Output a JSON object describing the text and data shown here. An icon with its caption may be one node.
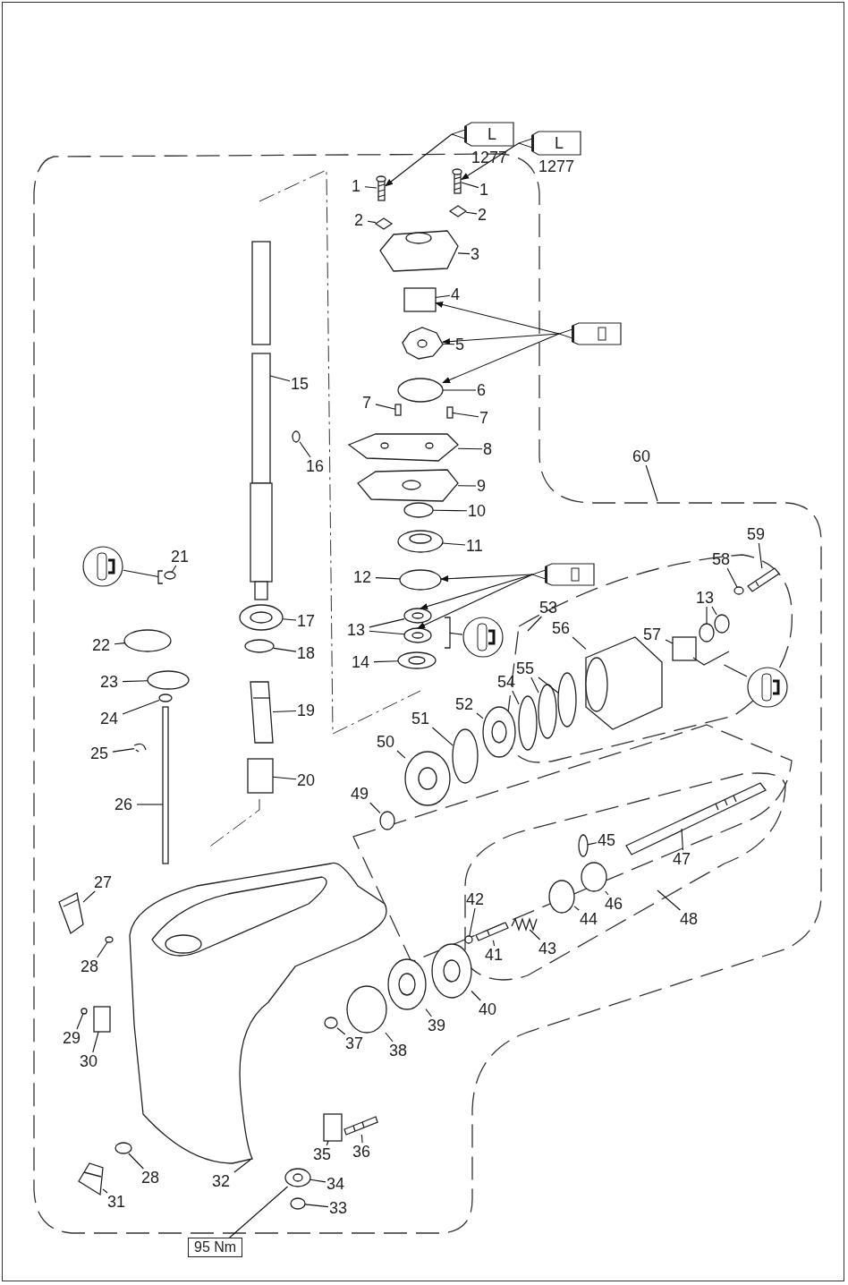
{
  "diagram": {
    "nodes": [
      {
        "text": [
          "1"
        ]
      },
      {
        "text": [
          "1"
        ]
      },
      {
        "text": [
          "2"
        ]
      },
      {
        "text": [
          "2"
        ]
      },
      {
        "text": [
          "3"
        ]
      },
      {
        "text": [
          "4"
        ]
      },
      {
        "text": [
          "5"
        ]
      },
      {
        "text": [
          "6"
        ]
      },
      {
        "text": [
          "7"
        ]
      },
      {
        "text": [
          "7"
        ]
      },
      {
        "text": [
          "8"
        ]
      },
      {
        "text": [
          "9"
        ]
      },
      {
        "text": [
          "10"
        ]
      },
      {
        "text": [
          "11"
        ]
      },
      {
        "text": [
          "12"
        ]
      },
      {
        "text": [
          "13"
        ]
      },
      {
        "text": [
          "14"
        ]
      },
      {
        "text": [
          "15"
        ]
      },
      {
        "text": [
          "16"
        ]
      },
      {
        "text": [
          "17"
        ]
      },
      {
        "text": [
          "18"
        ]
      },
      {
        "text": [
          "19"
        ]
      },
      {
        "text": [
          "20"
        ]
      },
      {
        "text": [
          "21"
        ]
      },
      {
        "text": [
          "22"
        ]
      },
      {
        "text": [
          "23"
        ]
      },
      {
        "text": [
          "24"
        ]
      },
      {
        "text": [
          "25"
        ]
      },
      {
        "text": [
          "26"
        ]
      },
      {
        "text": [
          "27"
        ]
      },
      {
        "text": [
          "28"
        ]
      },
      {
        "text": [
          "29"
        ]
      },
      {
        "text": [
          "30"
        ]
      },
      {
        "text": [
          "31"
        ]
      },
      {
        "text": [
          "32"
        ]
      },
      {
        "text": [
          "28"
        ]
      },
      {
        "text": [
          "33"
        ]
      },
      {
        "text": [
          "34"
        ]
      },
      {
        "text": [
          "35"
        ]
      },
      {
        "text": [
          "36"
        ]
      },
      {
        "text": [
          "37"
        ]
      },
      {
        "text": [
          "38"
        ]
      },
      {
        "text": [
          "39"
        ]
      },
      {
        "text": [
          "40"
        ]
      },
      {
        "text": [
          "41"
        ]
      },
      {
        "text": [
          "42"
        ]
      },
      {
        "text": [
          "43"
        ]
      },
      {
        "text": [
          "44"
        ]
      },
      {
        "text": [
          "45"
        ]
      },
      {
        "text": [
          "46"
        ]
      },
      {
        "text": [
          "47"
        ]
      },
      {
        "text": [
          "48"
        ]
      },
      {
        "text": [
          "49"
        ]
      },
      {
        "text": [
          "50"
        ]
      },
      {
        "text": [
          "51"
        ]
      },
      {
        "text": [
          "52"
        ]
      },
      {
        "text": [
          "53"
        ]
      },
      {
        "text": [
          "54"
        ]
      },
      {
        "text": [
          "55"
        ]
      },
      {
        "text": [
          "56"
        ]
      },
      {
        "text": [
          "57"
        ]
      },
      {
        "text": [
          "13"
        ]
      },
      {
        "text": [
          "58"
        ]
      },
      {
        "text": [
          "59"
        ]
      },
      {
        "text": [
          "60"
        ]
      },
      {
        "text": [
          "L"
        ],
        "beside": [
          "1277"
        ]
      },
      {
        "text": [
          "L"
        ],
        "beside": [
          "1277"
        ]
      },
      {
        "text": [],
        "shape": "picture"
      },
      {
        "text": [],
        "shape": "picture"
      },
      {
        "text": [],
        "shape": "picture"
      },
      {
        "text": [],
        "shape": "picture"
      },
      {
        "text": [],
        "shape": "picture"
      },
      {
        "text": [
          "95 Nm"
        ]
      },
      {
        "text": [],
        "shape": "picture"
      },
      {
        "text": [],
        "shape": "picture"
      },
      {
        "text": [],
        "shape": "diamond"
      },
      {
        "text": [],
        "shape": "diamond"
      },
      {
        "text": [],
        "shape": "picture"
      },
      {
        "text": [],
        "shape": "box"
      },
      {
        "text": [],
        "shape": "picture"
      },
      {
        "text": [],
        "shape": "circle"
      },
      {
        "text": [],
        "shape": "box"
      },
      {
        "text": [],
        "shape": "box"
      },
      {
        "text": [],
        "shape": "picture"
      },
      {
        "text": [],
        "shape": "picture"
      },
      {
        "text": [],
        "shape": "circle"
      },
      {
        "text": [],
        "shape": "picture"
      },
      {
        "text": [],
        "shape": "circle"
      },
      {
        "text": [],
        "shape": "picture"
      },
      {
        "text": [],
        "shape": "picture"
      },
      {
        "text": [],
        "shape": "picture"
      },
      {
        "text": [],
        "shape": "picture"
      },
      {
        "text": [],
        "shape": "circle"
      },
      {
        "text": [],
        "shape": "picture"
      },
      {
        "text": [],
        "shape": "circle"
      },
      {
        "text": [],
        "shape": "picture"
      },
      {
        "text": [],
        "shape": "box"
      },
      {
        "text": [],
        "shape": "circle"
      },
      {
        "text": [],
        "shape": "circle"
      },
      {
        "text": [],
        "shape": "circle"
      },
      {
        "text": [],
        "shape": "circle"
      },
      {
        "text": [],
        "shape": "picture"
      },
      {
        "text": [],
        "shape": "box"
      },
      {
        "text": [],
        "shape": "picture"
      },
      {
        "text": [],
        "shape": "circle"
      },
      {
        "text": [],
        "shape": "circle"
      },
      {
        "text": [],
        "shape": "box"
      },
      {
        "text": [],
        "shape": "picture"
      },
      {
        "text": [],
        "shape": "circle"
      },
      {
        "text": [],
        "shape": "picture"
      },
      {
        "text": [],
        "shape": "circle"
      },
      {
        "text": [],
        "shape": "picture"
      },
      {
        "text": [],
        "shape": "box"
      },
      {
        "text": [],
        "shape": "picture"
      },
      {
        "text": [],
        "shape": "circle"
      },
      {
        "text": [],
        "shape": "circle"
      },
      {
        "text": [],
        "shape": "picture"
      },
      {
        "text": [],
        "shape": "picture"
      },
      {
        "text": [],
        "shape": "picture"
      },
      {
        "text": [],
        "shape": "circle"
      },
      {
        "text": [],
        "shape": "picture"
      },
      {
        "text": [],
        "shape": "circle"
      },
      {
        "text": [],
        "shape": "circle"
      },
      {
        "text": [],
        "shape": "circle"
      },
      {
        "text": [],
        "shape": "picture"
      },
      {
        "text": [],
        "shape": "circle"
      },
      {
        "text": [],
        "shape": "picture"
      },
      {
        "text": [],
        "shape": "circle"
      },
      {
        "text": [],
        "shape": "picture"
      },
      {
        "text": [],
        "shape": "circle"
      },
      {
        "text": [],
        "shape": "circle"
      },
      {
        "text": [],
        "shape": "circle"
      },
      {
        "text": [],
        "shape": "picture"
      },
      {
        "text": [],
        "shape": "box"
      },
      {
        "text": [],
        "shape": "circle"
      },
      {
        "text": [],
        "shape": "circle"
      },
      {
        "text": [],
        "shape": "circle"
      },
      {
        "text": [],
        "shape": "picture"
      },
      {
        "text": [],
        "shape": "bracket"
      },
      {
        "text": [],
        "shape": "bracket"
      },
      {
        "text": [],
        "shape": "bracket"
      }
    ],
    "edges": [
      {
        "from": 0,
        "to": 73,
        "arrow": "none"
      },
      {
        "from": 1,
        "to": 74,
        "arrow": "none"
      },
      {
        "from": 2,
        "to": 75,
        "arrow": "none"
      },
      {
        "from": 3,
        "to": 76,
        "arrow": "none"
      },
      {
        "from": 4,
        "to": 77,
        "arrow": "none"
      },
      {
        "from": 5,
        "to": 78,
        "arrow": "none"
      },
      {
        "from": 6,
        "to": 79,
        "arrow": "none"
      },
      {
        "from": 7,
        "to": 80,
        "arrow": "none"
      },
      {
        "from": 8,
        "to": 81,
        "arrow": "none"
      },
      {
        "from": 9,
        "to": 82,
        "arrow": "none"
      },
      {
        "from": 10,
        "to": 83,
        "arrow": "none"
      },
      {
        "from": 11,
        "to": 84,
        "arrow": "none"
      },
      {
        "from": 12,
        "to": 85,
        "arrow": "none"
      },
      {
        "from": 13,
        "to": 86,
        "arrow": "none"
      },
      {
        "from": 14,
        "to": 87,
        "arrow": "none"
      },
      {
        "from": 15,
        "to": 88,
        "arrow": "none"
      },
      {
        "from": 15,
        "to": 89,
        "arrow": "none"
      },
      {
        "from": 16,
        "to": 90,
        "arrow": "none"
      },
      {
        "from": 17,
        "to": 91,
        "arrow": "none"
      },
      {
        "from": 18,
        "to": 92,
        "arrow": "none"
      },
      {
        "from": 19,
        "to": 93,
        "arrow": "none"
      },
      {
        "from": 20,
        "to": 94,
        "arrow": "none"
      },
      {
        "from": 21,
        "to": 95,
        "arrow": "none"
      },
      {
        "from": 22,
        "to": 96,
        "arrow": "none"
      },
      {
        "from": 23,
        "to": 97,
        "arrow": "none"
      },
      {
        "from": 24,
        "to": 98,
        "arrow": "none"
      },
      {
        "from": 25,
        "to": 99,
        "arrow": "none"
      },
      {
        "from": 26,
        "to": 100,
        "arrow": "none"
      },
      {
        "from": 27,
        "to": 101,
        "arrow": "none"
      },
      {
        "from": 28,
        "to": 102,
        "arrow": "none"
      },
      {
        "from": 29,
        "to": 103,
        "arrow": "none"
      },
      {
        "from": 30,
        "to": 104,
        "arrow": "none"
      },
      {
        "from": 31,
        "to": 105,
        "arrow": "none"
      },
      {
        "from": 32,
        "to": 106,
        "arrow": "none"
      },
      {
        "from": 33,
        "to": 109,
        "arrow": "none"
      },
      {
        "from": 34,
        "to": 107,
        "arrow": "none"
      },
      {
        "from": 35,
        "to": 108,
        "arrow": "none"
      },
      {
        "from": 36,
        "to": 110,
        "arrow": "none"
      },
      {
        "from": 37,
        "to": 111,
        "arrow": "none"
      },
      {
        "from": 38,
        "to": 112,
        "arrow": "none"
      },
      {
        "from": 39,
        "to": 113,
        "arrow": "none"
      },
      {
        "from": 40,
        "to": 114,
        "arrow": "none"
      },
      {
        "from": 41,
        "to": 115,
        "arrow": "none"
      },
      {
        "from": 42,
        "to": 116,
        "arrow": "none"
      },
      {
        "from": 43,
        "to": 117,
        "arrow": "none"
      },
      {
        "from": 44,
        "to": 118,
        "arrow": "none"
      },
      {
        "from": 45,
        "to": 119,
        "arrow": "none"
      },
      {
        "from": 46,
        "to": 120,
        "arrow": "none"
      },
      {
        "from": 47,
        "to": 121,
        "arrow": "none"
      },
      {
        "from": 48,
        "to": 122,
        "arrow": "none"
      },
      {
        "from": 49,
        "to": 123,
        "arrow": "none"
      },
      {
        "from": 50,
        "to": 124,
        "arrow": "none"
      },
      {
        "from": 51,
        "to": null,
        "arrow": "none"
      },
      {
        "from": 52,
        "to": 125,
        "arrow": "none"
      },
      {
        "from": 53,
        "to": 126,
        "arrow": "none"
      },
      {
        "from": 54,
        "to": 127,
        "arrow": "none"
      },
      {
        "from": 55,
        "to": 128,
        "arrow": "none"
      },
      {
        "from": 56,
        "to": null,
        "arrow": "none"
      },
      {
        "from": 57,
        "to": 129,
        "arrow": "none"
      },
      {
        "from": 58,
        "to": 130,
        "arrow": "none"
      },
      {
        "from": 58,
        "to": 131,
        "arrow": "none"
      },
      {
        "from": 59,
        "to": 132,
        "arrow": "none"
      },
      {
        "from": 60,
        "to": 133,
        "arrow": "none"
      },
      {
        "from": 61,
        "to": 134,
        "arrow": "none"
      },
      {
        "from": 61,
        "to": 135,
        "arrow": "none"
      },
      {
        "from": 62,
        "to": 136,
        "arrow": "none"
      },
      {
        "from": 63,
        "to": 137,
        "arrow": "none"
      },
      {
        "from": 64,
        "to": null,
        "arrow": "none"
      },
      {
        "from": 65,
        "to": 73,
        "arrow": "to"
      },
      {
        "from": 66,
        "to": 74,
        "arrow": "to"
      },
      {
        "from": 67,
        "to": 78,
        "arrow": "to"
      },
      {
        "from": 67,
        "to": 79,
        "arrow": "to"
      },
      {
        "from": 67,
        "to": 80,
        "arrow": "to"
      },
      {
        "from": 68,
        "to": 87,
        "arrow": "to"
      },
      {
        "from": 68,
        "to": 88,
        "arrow": "to"
      },
      {
        "from": 68,
        "to": 89,
        "arrow": "to"
      },
      {
        "from": 69,
        "to": 138,
        "arrow": "none"
      },
      {
        "from": 70,
        "to": 139,
        "arrow": "none"
      },
      {
        "from": 71,
        "to": 140,
        "arrow": "none"
      },
      {
        "from": 72,
        "to": 111,
        "arrow": "none"
      }
    ]
  }
}
